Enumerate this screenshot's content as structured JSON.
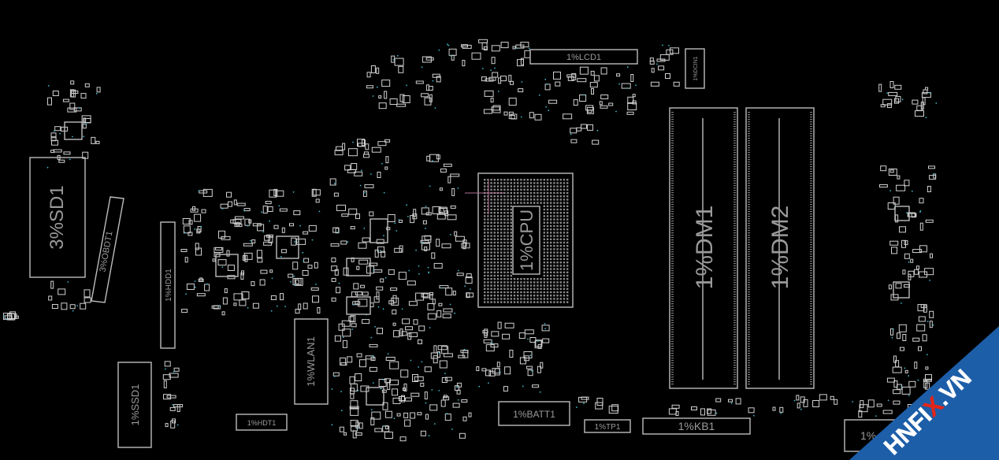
{
  "labels": {
    "sd1": "3%SD1",
    "obdt1": "3%OBDT1",
    "ssd1": "1%SSD1",
    "side_connector": "1%HDD1",
    "hdt1": "1%HDT1",
    "wlan1": "1%WLAN1",
    "cpu": "1%CPU",
    "lcd1": "1%LCD1",
    "top_right_conn": "1%DCIN1",
    "dm1": "1%DM1",
    "dm2": "1%DM2",
    "batt1": "1%BATT1",
    "tp1": "1%TP1",
    "kb1": "1%KB1",
    "bottom_right": "1%"
  },
  "watermark": {
    "text_white": "HNFI",
    "text_red": "X",
    "text_tail": ".VN",
    "colors": {
      "blue": "#1d5ea8",
      "white": "#ffffff",
      "red": "#e0261b"
    }
  },
  "colors": {
    "outline": "#bdbdbd",
    "label": "#9a9a9a",
    "via": "#3fb6c8",
    "background": "#000000"
  }
}
